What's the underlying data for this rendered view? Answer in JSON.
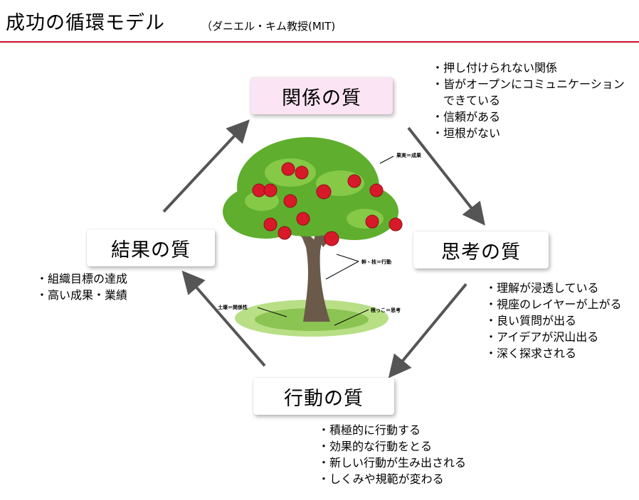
{
  "header": {
    "title": "成功の循環モデル",
    "subtitle": "（ダニエル・キム教授(MIT)"
  },
  "nodes": {
    "relationship": {
      "label": "関係の質",
      "items": [
        "押し付けられない関係",
        "皆がオープンにコミュニケーション",
        "できている",
        "信頼がある",
        "垣根がない"
      ]
    },
    "thinking": {
      "label": "思考の質",
      "items": [
        "理解が浸透している",
        "視座のレイヤーが上がる",
        "良い質問が出る",
        "アイデアが沢山出る",
        "深く探求される"
      ]
    },
    "action": {
      "label": "行動の質",
      "items": [
        "積極的に行動する",
        "効果的な行動をとる",
        "新しい行動が生み出される",
        "しくみや規範が変わる"
      ]
    },
    "result": {
      "label": "結果の質",
      "items": [
        "組織目標の達成",
        "高い成果・業績"
      ]
    }
  },
  "tree": {
    "labels": {
      "fruit": "果実＝成果",
      "trunk": "幹・枝＝行動",
      "soil": "土壌＝関係性",
      "roots": "根っこ＝思考"
    },
    "icon": "apple-tree-icon"
  },
  "colors": {
    "accent_rule": "#c8102e",
    "pink_box": "#fbe4f4",
    "arrow": "#555555",
    "leaf": "#5fae2e",
    "apple": "#d8192a",
    "trunk": "#6b5a4a"
  }
}
